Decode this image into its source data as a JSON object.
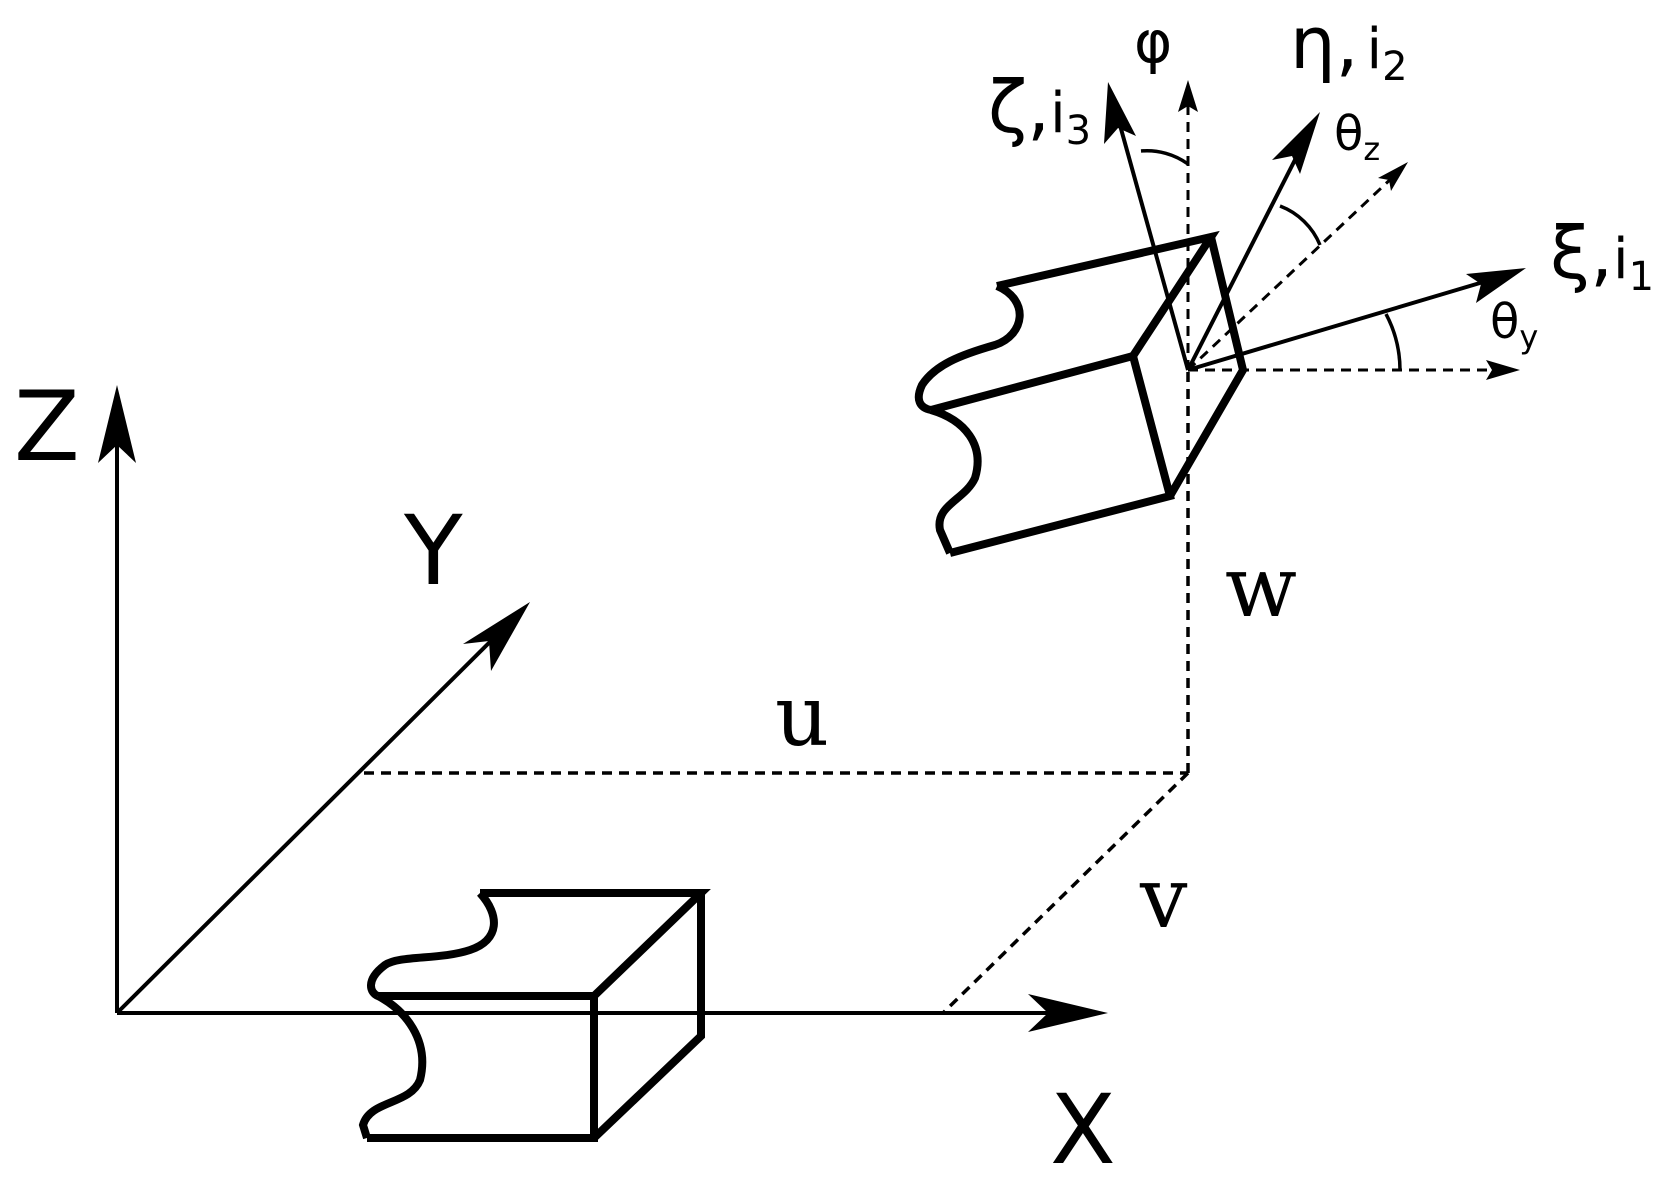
{
  "axes": {
    "x": "X",
    "y": "Y",
    "z": "Z"
  },
  "displacements": {
    "u": "u",
    "v": "v",
    "w": "w"
  },
  "local_axes": {
    "xi": {
      "symbol": "ξ",
      "sep": ",",
      "vec": "i",
      "sub": "1"
    },
    "eta": {
      "symbol": "η",
      "sep": ",",
      "vec": "i",
      "sub": "2"
    },
    "zeta": {
      "symbol": "ζ",
      "sep": ",",
      "vec": "i",
      "sub": "3"
    }
  },
  "angles": {
    "phi": "φ",
    "theta_z": {
      "symbol": "θ",
      "sub": "z"
    },
    "theta_y": {
      "symbol": "θ",
      "sub": "y"
    }
  },
  "colors": {
    "stroke": "#000000",
    "background": "#ffffff"
  }
}
